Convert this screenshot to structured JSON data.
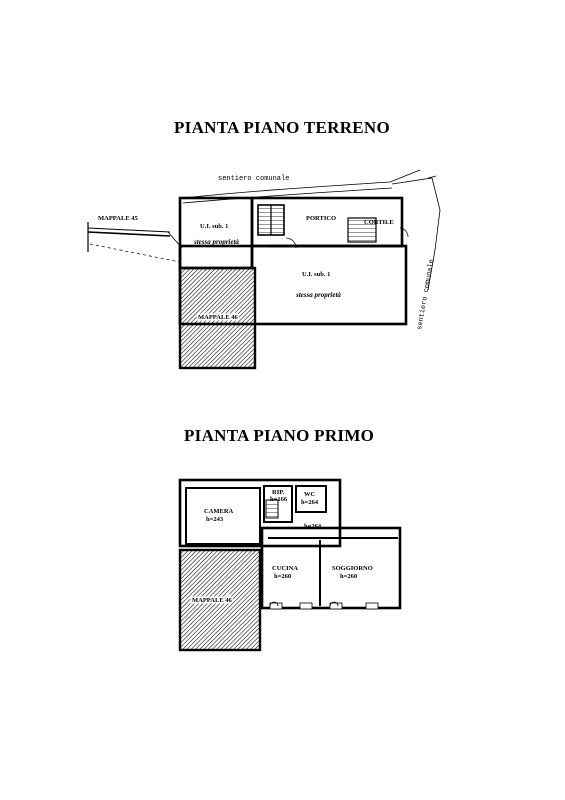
{
  "titles": {
    "ground_floor": "PIANTA PIANO TERRENO",
    "first_floor": "PIANTA PIANO PRIMO"
  },
  "ground_floor": {
    "path_top": "sentiero comunale",
    "path_right": "sentiero comunale",
    "parcel_left": "MAPPALE 45",
    "parcel_shaded": "MAPPALE 46",
    "unit_a_name": "U.I. sub. 1",
    "unit_a_note": "stessa proprietà",
    "unit_b_name": "U.I. sub. 1",
    "unit_b_note": "stessa proprietà",
    "portico": "PORTICO",
    "cortile": "CORTILE"
  },
  "first_floor": {
    "parcel_shaded": "MAPPALE 46",
    "camera": "CAMERA",
    "camera_h": "h=243",
    "rip": "RIP.",
    "rip_h": "h=166",
    "wc": "WC",
    "wc_h": "h=264",
    "corridor_h": "h=264",
    "cucina": "CUCINA",
    "cucina_h": "h=260",
    "soggiorno": "SOGGIORNO",
    "soggiorno_h": "h=260"
  }
}
